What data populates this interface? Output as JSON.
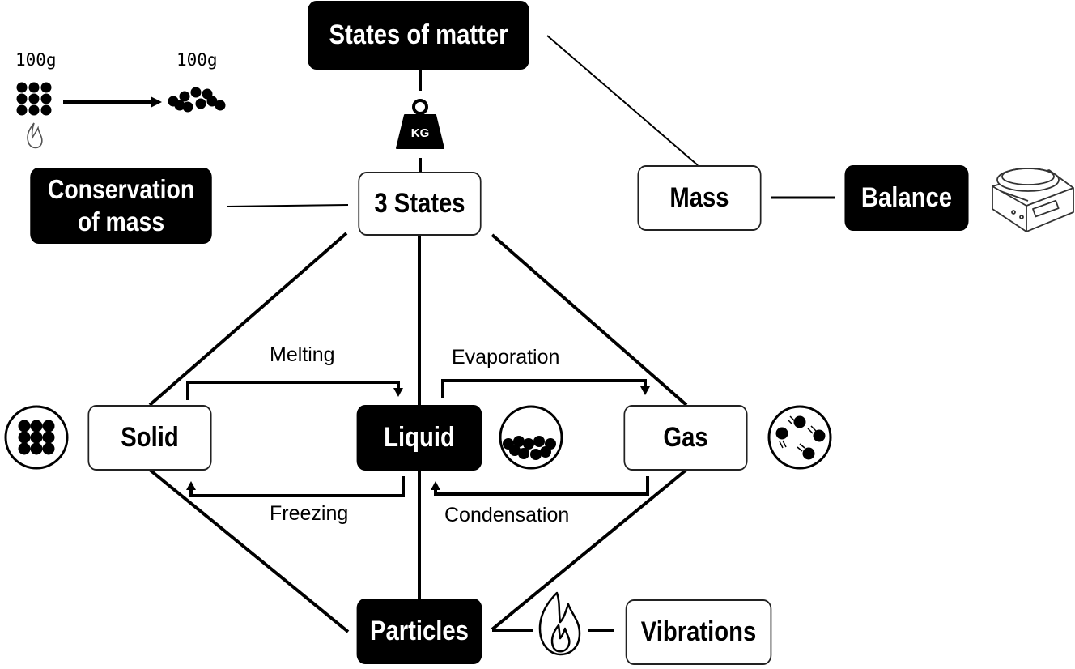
{
  "nodes": {
    "states_of_matter": "States of matter",
    "three_states": "3 States",
    "conservation_line1": "Conservation",
    "conservation_line2": "of mass",
    "mass": "Mass",
    "balance": "Balance",
    "solid": "Solid",
    "liquid": "Liquid",
    "gas": "Gas",
    "particles": "Particles",
    "vibrations": "Vibrations"
  },
  "transitions": {
    "melting": "Melting",
    "freezing": "Freezing",
    "evaporation": "Evaporation",
    "condensation": "Condensation"
  },
  "weights": {
    "kg_label": "KG",
    "mass_before": "100g",
    "mass_after": "100g"
  },
  "icons": [
    "weight-icon",
    "balance-scale-icon",
    "flame-icon",
    "solid-particles-icon",
    "liquid-particles-icon",
    "gas-particles-icon"
  ]
}
